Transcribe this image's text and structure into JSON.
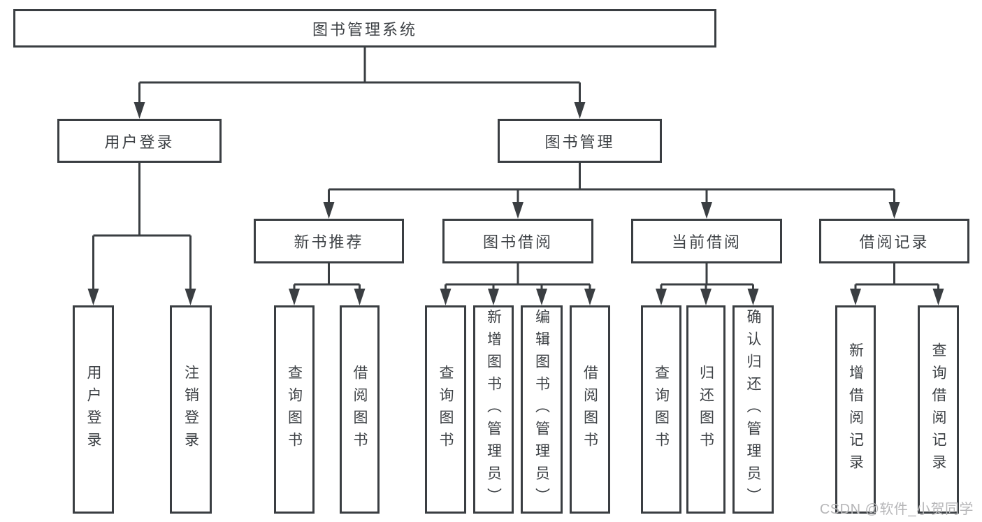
{
  "diagram_title": "图书管理系统",
  "tree": {
    "label": "图书管理系统",
    "children": [
      {
        "label": "用户登录",
        "children": [
          {
            "label": "用户登录"
          },
          {
            "label": "注销登录"
          }
        ]
      },
      {
        "label": "图书管理",
        "children": [
          {
            "label": "新书推荐",
            "children": [
              {
                "label": "查询图书"
              },
              {
                "label": "借阅图书"
              }
            ]
          },
          {
            "label": "图书借阅",
            "children": [
              {
                "label": "查询图书"
              },
              {
                "label": "新增图书（管理员）"
              },
              {
                "label": "编辑图书（管理员）"
              },
              {
                "label": "借阅图书"
              }
            ]
          },
          {
            "label": "当前借阅",
            "children": [
              {
                "label": "查询图书"
              },
              {
                "label": "归还图书"
              },
              {
                "label": "确认归还（管理员）"
              }
            ]
          },
          {
            "label": "借阅记录",
            "children": [
              {
                "label": "新增借阅记录"
              },
              {
                "label": "查询借阅记录"
              }
            ]
          }
        ]
      }
    ]
  },
  "watermark": "CSDN @软件_小贺同学",
  "colors": {
    "line": "#3a3e42",
    "text": "#3d4145",
    "box_fill": "#ffffff",
    "watermark": "#b6b6b8",
    "background": "#ffffff"
  }
}
